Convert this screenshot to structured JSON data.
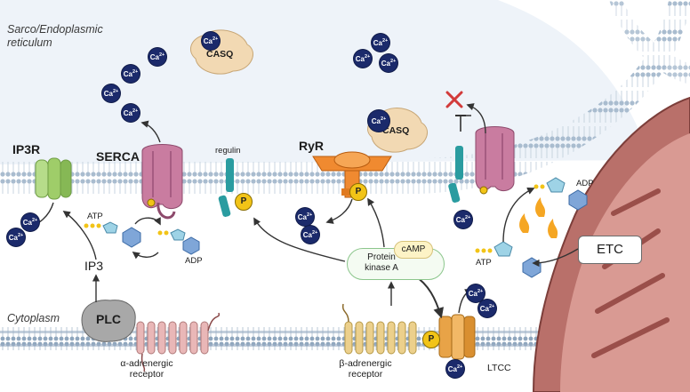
{
  "regions": {
    "sr": "Sarco/Endoplasmic reticulum",
    "sr_line1": "Sarco/Endoplasmic",
    "sr_line2": "reticulum",
    "cytoplasm": "Cytoplasm"
  },
  "labels": {
    "ip3r": "IP3R",
    "serca": "SERCA",
    "regulin": "regulin",
    "ryr": "RyR",
    "casq": "CASQ",
    "ip3": "IP3",
    "plc": "PLC",
    "alpha_receptor_1": "α-adrenergic",
    "alpha_receptor_2": "receptor",
    "beta_receptor_1": "β-adrenergic",
    "beta_receptor_2": "receptor",
    "pka_1": "Protein",
    "pka_2": "kinase A",
    "camp": "cAMP",
    "etc": "ETC",
    "ltcc": "LTCC",
    "atp": "ATP",
    "adp": "ADP",
    "phospho": "P",
    "ca_ion": "Ca",
    "ca_charge": "2+"
  },
  "colors": {
    "membrane": "#9db3c9",
    "sr_lumen": "#eef3f9",
    "ca_ion": "#1b2a6b",
    "casq": "#f2d9b3",
    "serca": "#c97ca0",
    "ip3r": "#9fcd69",
    "ryr": "#f08a30",
    "regulin": "#2a9ca0",
    "phospho": "#f2c417",
    "mitochondria": "#b9706a",
    "alpha_receptor": "#e9b7b7",
    "beta_receptor": "#ecd08c",
    "ltcc": "#e8a347"
  },
  "icons": [
    "calcium-ion-icon",
    "inhibition-x-icon",
    "flame-icon",
    "atp-molecule-icon",
    "adp-molecule-icon"
  ]
}
